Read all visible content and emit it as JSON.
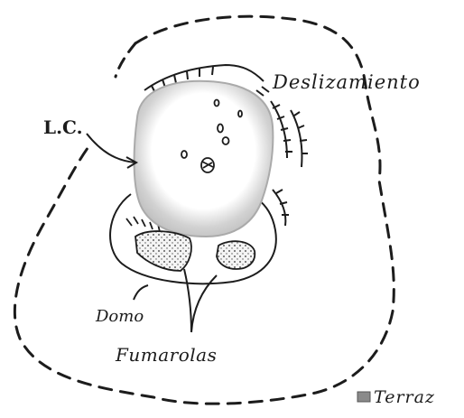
{
  "labels": {
    "lc": "L.C.",
    "deslizamiento": "Deslizamiento",
    "domo": "Domo",
    "fumarolas": "Fumarolas",
    "terraza": "Terraz"
  },
  "colors": {
    "ink": "#1c1c1c",
    "lake_fill": "#d9d9d9",
    "lake_inner": "#ffffff"
  }
}
